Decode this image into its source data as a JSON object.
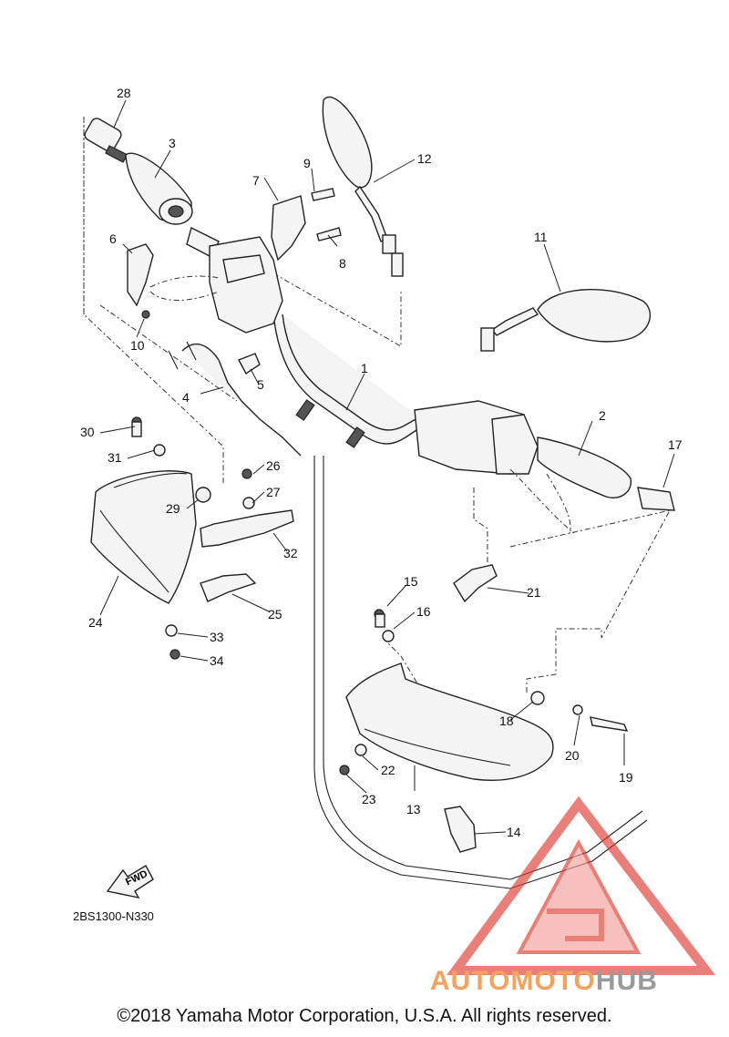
{
  "diagram": {
    "code": "2BS1300-N330",
    "fwd_label": "FWD",
    "copyright": "©2018 Yamaha Motor Corporation, U.S.A. All rights reserved.",
    "callouts": {
      "p1": "1",
      "p2": "2",
      "p3": "3",
      "p4": "4",
      "p5": "5",
      "p6": "6",
      "p7": "7",
      "p8": "8",
      "p9": "9",
      "p10": "10",
      "p11": "11",
      "p12": "12",
      "p13": "13",
      "p14": "14",
      "p15": "15",
      "p16": "16",
      "p17": "17",
      "p18": "18",
      "p19": "19",
      "p20": "20",
      "p21": "21",
      "p22": "22",
      "p23": "23",
      "p24": "24",
      "p25": "25",
      "p26": "26",
      "p27": "27",
      "p28": "28",
      "p29": "29",
      "p30": "30",
      "p31": "31",
      "p32": "32",
      "p33": "33",
      "p34": "34"
    }
  },
  "watermark": {
    "brand_part1": "AUTOMOTO",
    "brand_part2": "HUB",
    "color_primary": "#e03a32",
    "color_secondary": "#f6a25c",
    "color_gray": "#9a9a9a",
    "icon": "triangle-a-logo-icon"
  }
}
